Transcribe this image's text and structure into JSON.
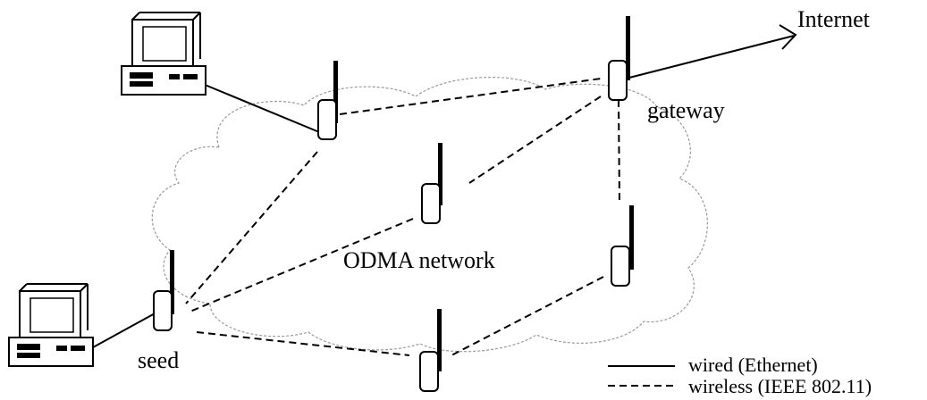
{
  "labels": {
    "internet": "Internet",
    "gateway": "gateway",
    "network": "ODMA network",
    "seed": "seed"
  },
  "legend": {
    "wired": "wired (Ethernet)",
    "wireless": "wireless (IEEE 802.11)"
  }
}
